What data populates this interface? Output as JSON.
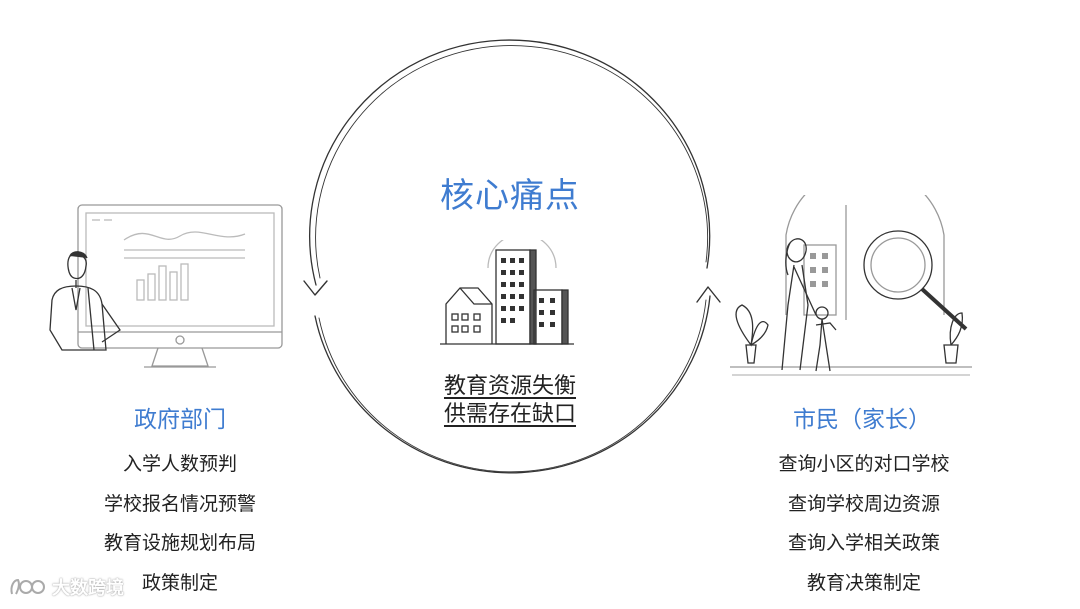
{
  "colors": {
    "accent": "#3f7cd0",
    "line": "#333333",
    "light_line": "#aaaaaa"
  },
  "core": {
    "title": "核心痛点",
    "issue_line1": "教育资源失衡",
    "issue_line2": "供需存在缺口"
  },
  "government": {
    "title": "政府部门",
    "items": [
      "入学人数预判",
      "学校报名情况预警",
      "教育设施规划布局",
      "政策制定"
    ]
  },
  "citizens": {
    "title": "市民（家长）",
    "items": [
      "查询小区的对口学校",
      "查询学校周边资源",
      "查询入学相关政策",
      "教育决策制定"
    ]
  },
  "watermark": {
    "text": "大数跨境"
  }
}
